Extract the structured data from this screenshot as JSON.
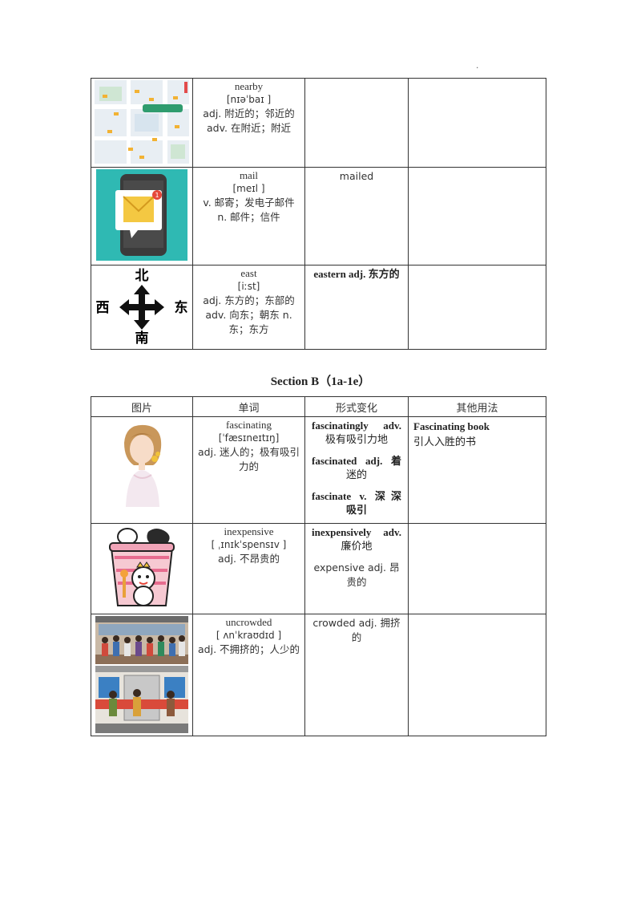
{
  "page_mark": ".",
  "table1": {
    "rows": [
      {
        "image_icon": "map-icon",
        "word": "nearby",
        "ipa": "[nɪəˈbaɪ ]",
        "def": "adj. 附近的；邻近的 adv. 在附近；附近",
        "forms": "",
        "other": ""
      },
      {
        "image_icon": "phone-mail-icon",
        "word": "mail",
        "ipa": "[meɪl ]",
        "def": "v. 邮寄；发电子邮件 n. 邮件；信件",
        "forms": "mailed",
        "other": ""
      },
      {
        "image_icon": "compass-arrows-icon",
        "compass": {
          "north": "北",
          "west": "西",
          "east": "东",
          "south": "南"
        },
        "word": "east",
        "ipa": "[iːst]",
        "def": "adj. 东方的；东部的 adv. 向东；朝东 n.东；东方",
        "forms_bold": "eastern adj. 东方的",
        "other": ""
      }
    ]
  },
  "section_b": {
    "title": "Section B（1a-1e）",
    "headers": [
      "图片",
      "单词",
      "形式变化",
      "其他用法"
    ],
    "rows": [
      {
        "image_icon": "woman-portrait-icon",
        "word": "fascinating",
        "ipa": "[ˈfæsɪneɪtɪŋ]",
        "def": "adj. 迷人的；极有吸引力的",
        "forms": [
          {
            "en": "fascinatingly adv.",
            "cn": "极有吸引力地"
          },
          {
            "en": "fascinated adj. 着",
            "cn": "迷的"
          },
          {
            "en": "fascinate v. 深深",
            "cn": "吸引"
          }
        ],
        "other_bold": "Fascinating book",
        "other_cn": "引人入胜的书"
      },
      {
        "image_icon": "ice-cream-cup-icon",
        "word": "inexpensive",
        "ipa": "[ ˌɪnɪkˈspensɪv ]",
        "def": "adj. 不昂贵的",
        "forms_bold_en": "inexpensively adv.",
        "forms_bold_cn": "廉价地",
        "forms_plain": "expensive adj. 昂贵的",
        "other": ""
      },
      {
        "image_icon": "crowded-subway-icon",
        "word": "uncrowded",
        "ipa": "[ ʌnˈkraʊdɪd ]",
        "def": "adj. 不拥挤的；人少的",
        "forms_plain": "crowded adj. 拥挤的",
        "other": ""
      }
    ]
  },
  "colors": {
    "border": "#333333",
    "map_bg": "#e8eef3",
    "teal": "#2fb9b3",
    "envelope": "#f4c842"
  }
}
